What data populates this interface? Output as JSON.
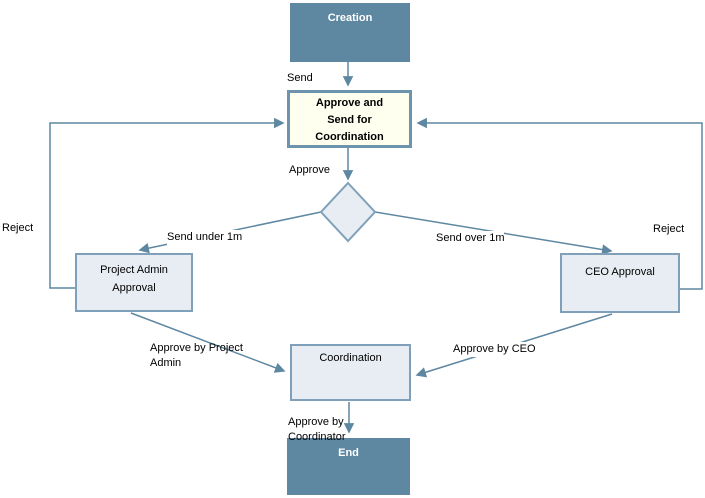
{
  "nodes": {
    "creation": {
      "label": "Creation"
    },
    "approve_send": {
      "lines": [
        "Approve and",
        "Send for",
        "Coordination"
      ]
    },
    "project_admin": {
      "lines": [
        "Project Admin",
        "Approval"
      ]
    },
    "ceo": {
      "label": "CEO Approval"
    },
    "coordination": {
      "label": "Coordination"
    },
    "end": {
      "label": "End"
    }
  },
  "edge_labels": {
    "send": "Send",
    "approve": "Approve",
    "send_under_1m": "Send under 1m",
    "send_over_1m": "Send over 1m",
    "reject_left": "Reject",
    "reject_right": "Reject",
    "approve_by_project_admin": {
      "lines": [
        "Approve by Project",
        "Admin"
      ]
    },
    "approve_by_ceo": "Approve by CEO",
    "approve_by_coordinator": {
      "lines": [
        "Approve by",
        "Coordinator"
      ]
    }
  },
  "colors": {
    "dark_node_fill": "#5E87A1",
    "dark_node_text": "#FFFFFF",
    "light_node_fill": "#E7EDF3",
    "light_node_border": "#7FA0B8",
    "cream_node_fill": "#FFFFF0",
    "cream_node_border": "#6E93AC",
    "connector": "#5E87A1",
    "label_text": "#000000",
    "background": "#FFFFFF"
  }
}
